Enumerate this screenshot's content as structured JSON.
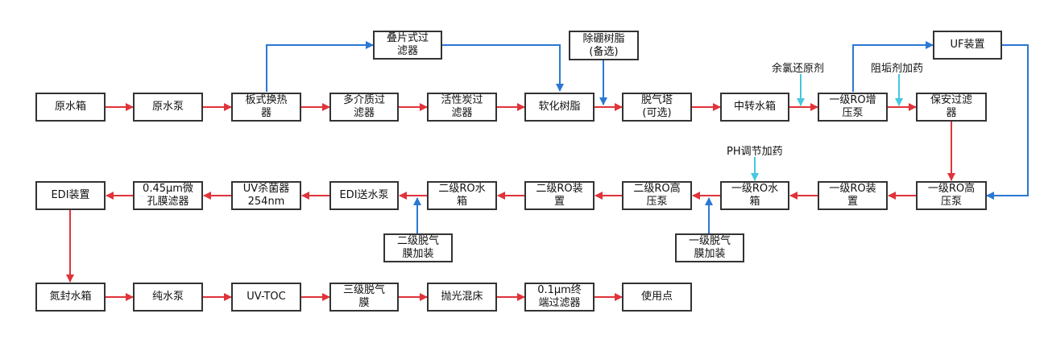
{
  "colors": {
    "main_flow": "#e0333a",
    "feed_flow": "#2a78d4",
    "dosing": "#45c8e0",
    "box_border": "#333333"
  },
  "nodes": {
    "yuanshuixiang": "原水箱",
    "yuanshuibeng": "原水泵",
    "banshi": "板式换热\n器",
    "duojiezhi": "多介质过\n滤器",
    "huoxingtan": "活性炭过\n滤器",
    "ruanhua": "软化树脂",
    "tuoqita": "脱气塔\n(可选)",
    "zhongzhuan": "中转水箱",
    "yijizengya": "一级RO增\n压泵",
    "baoan": "保安过滤\n器",
    "diepianshi": "叠片式过\n滤器",
    "chupeng": "除硼树脂\n(备选)",
    "uf": "UF装置",
    "edi": "EDI装置",
    "wei045": "0.45μm微\n孔膜滤器",
    "uvshajun": "UV杀菌器\n254nm",
    "edisongshui": "EDI送水泵",
    "erjishuixiang": "二级RO水\n箱",
    "erjizhuangzhi": "二级RO装\n置",
    "erjigaoya": "二级RO高\n压泵",
    "yijishuixiang": "一级RO水\n箱",
    "yijizhuangzhi": "一级RO装\n置",
    "yijigaoya": "一级RO高\n压泵",
    "erjituoqimo": "二级脱气\n膜加装",
    "yijituoqimo": "一级脱气\n膜加装",
    "danfeng": "氮封水箱",
    "chunshuibeng": "纯水泵",
    "uvtoc": "UV-TOC",
    "sanjituoqi": "三级脱气\n膜",
    "paoguang": "抛光混床",
    "zhongduan": "0.1μm终\n端过滤器",
    "shiyongdian": "使用点"
  },
  "labels": {
    "yulv": "余氯还原剂",
    "zugou": "阻垢剂加药",
    "ph": "PH调节加药"
  }
}
